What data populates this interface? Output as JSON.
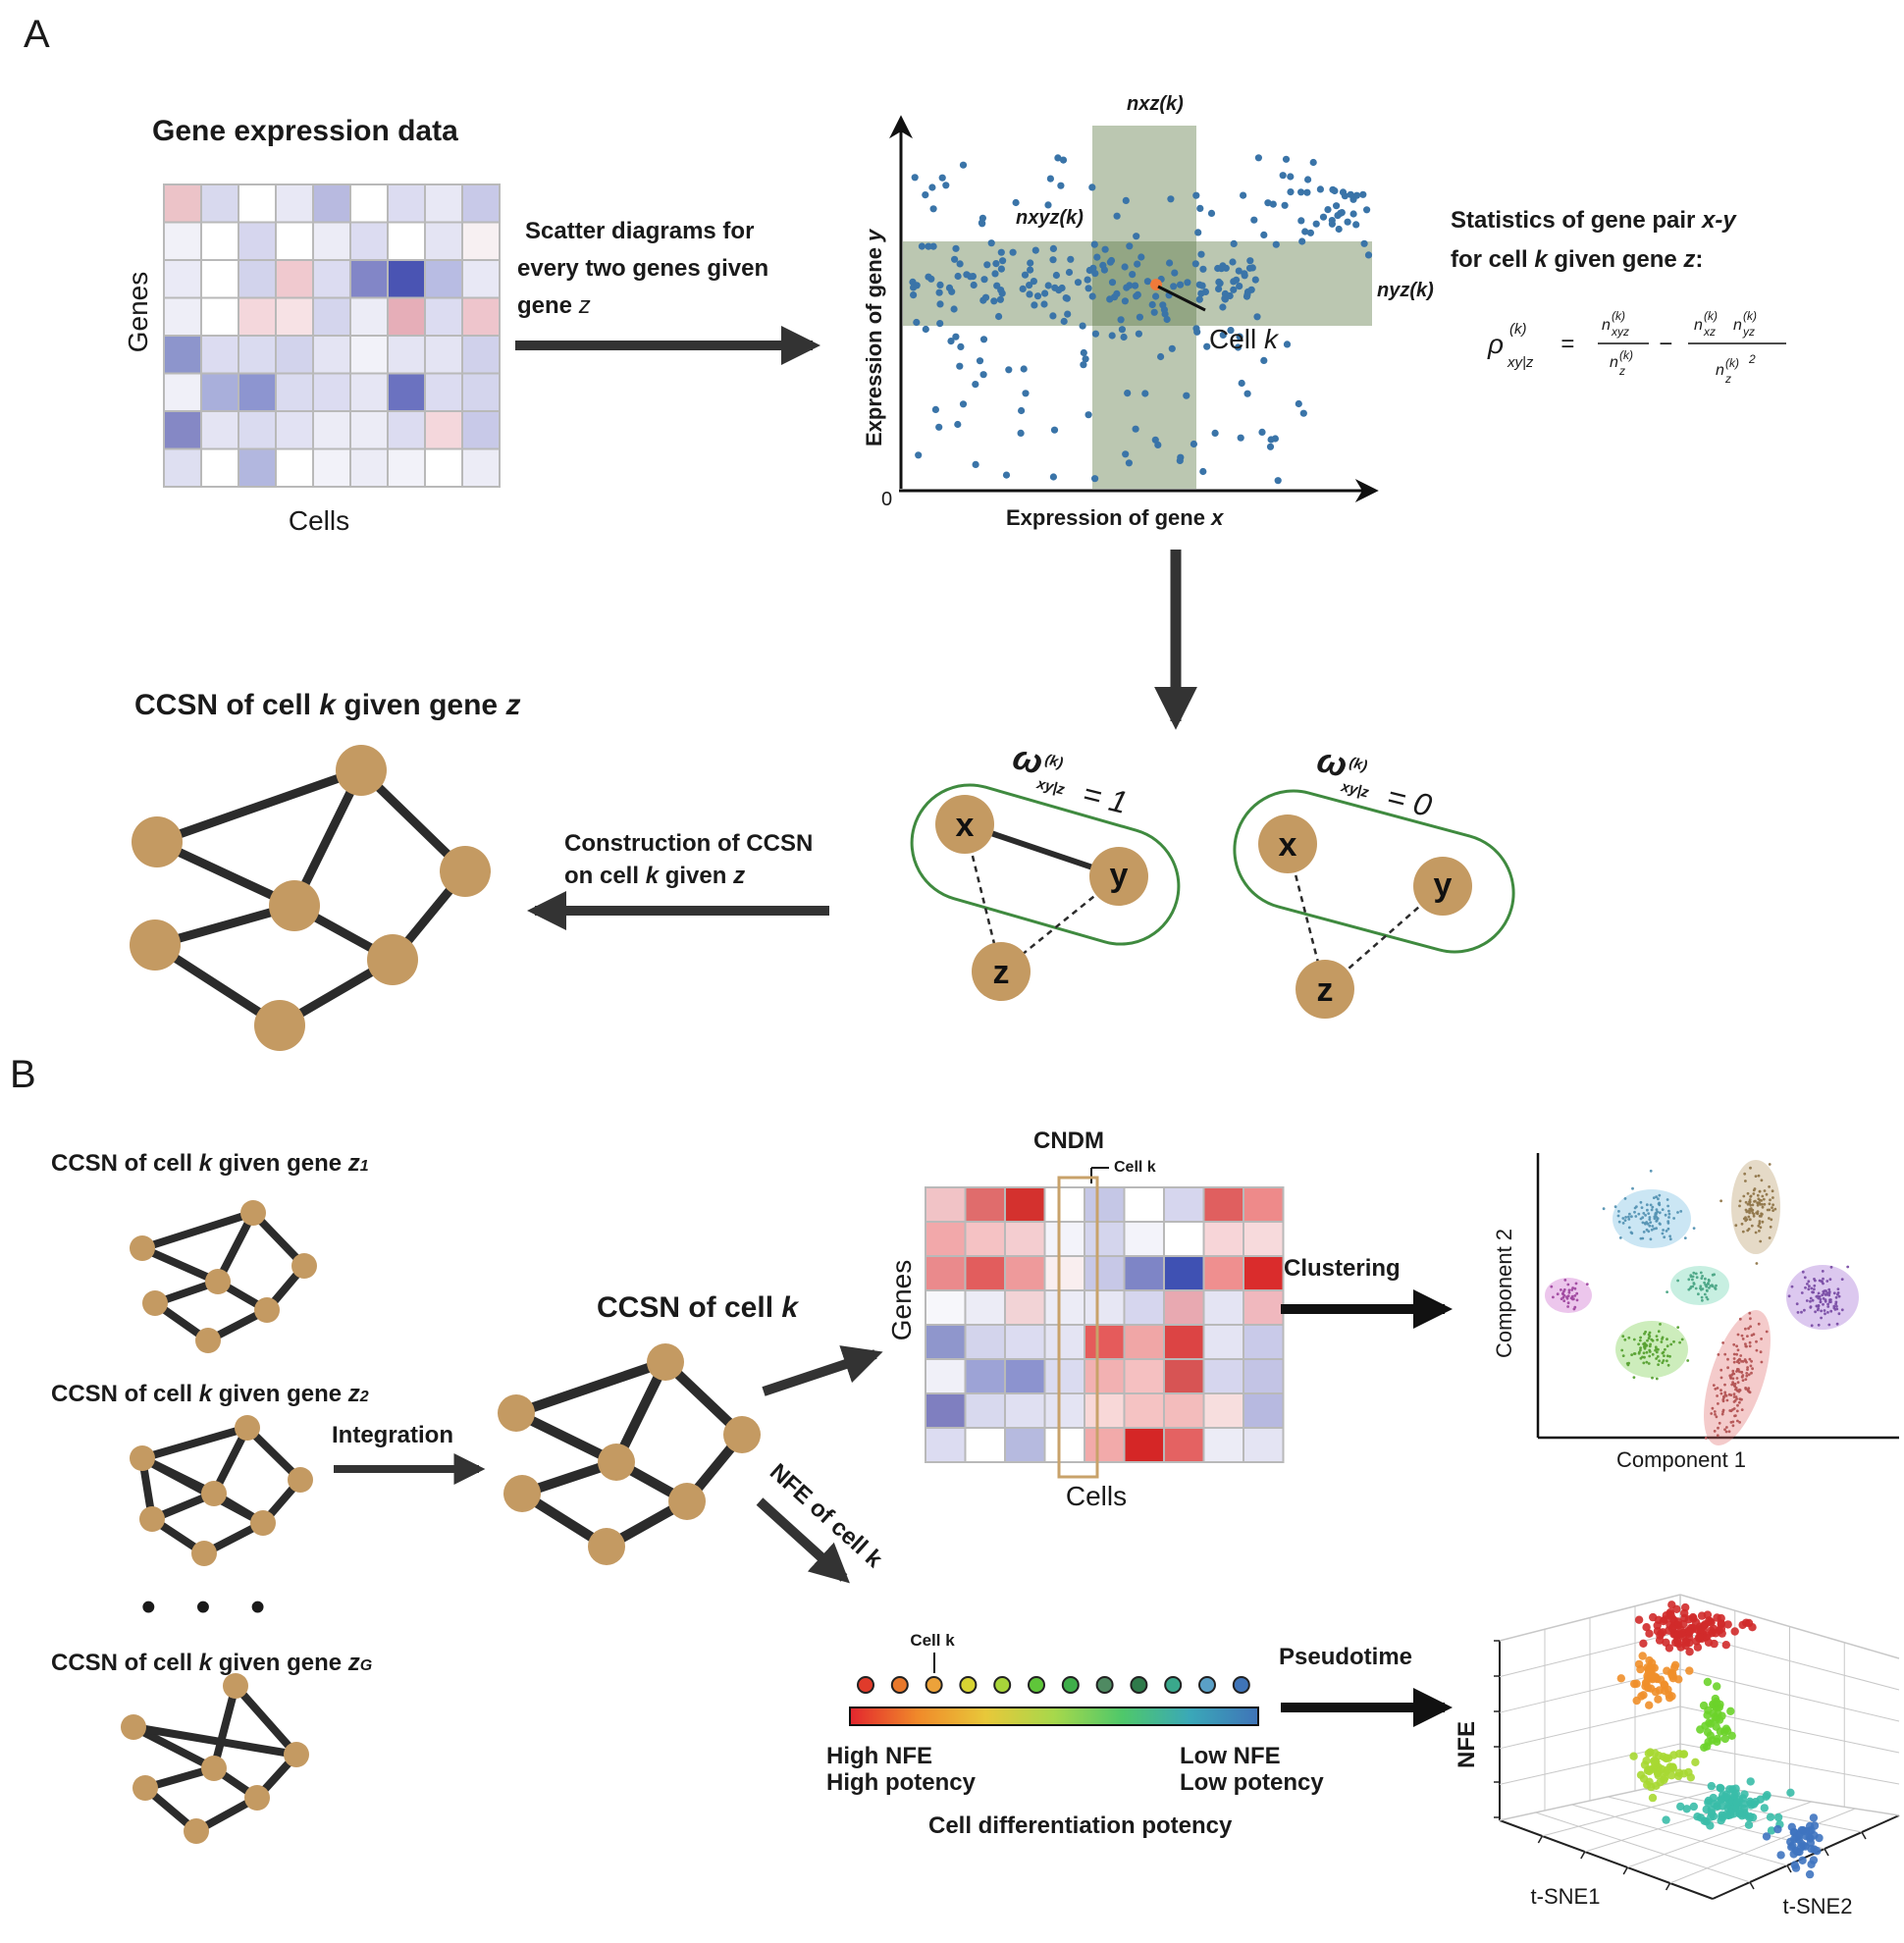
{
  "panels": {
    "a": "A",
    "b": "B"
  },
  "panel_a": {
    "gene_expression": {
      "title": "Gene expression data",
      "rows_label": "Genes",
      "cols_label": "Cells",
      "heatmap_colors": [
        [
          "#ecc3c8",
          "#d8d9ee",
          "#ffffff",
          "#e8e8f5",
          "#b8bae0",
          "#ffffff",
          "#dcdcf1",
          "#e8e8f5",
          "#c8c9e8"
        ],
        [
          "#f1f1f8",
          "#ffffff",
          "#d6d6ee",
          "#ffffff",
          "#ececf6",
          "#dcdcf1",
          "#ffffff",
          "#e4e4f3",
          "#f7f0f2"
        ],
        [
          "#eaeaf6",
          "#ffffff",
          "#d2d3ec",
          "#f0c9cf",
          "#dcdcf1",
          "#8286c7",
          "#4a54b3",
          "#b8bce3",
          "#e8e8f5"
        ],
        [
          "#eeeef7",
          "#ffffff",
          "#f4d7dc",
          "#f7e2e5",
          "#d4d5ed",
          "#ececf6",
          "#e6aeb8",
          "#dcdcf1",
          "#eec5cc"
        ],
        [
          "#8d95cc",
          "#dcdcf1",
          "#dadbf0",
          "#d2d3ec",
          "#e4e4f3",
          "#f2f2f9",
          "#e4e4f3",
          "#e4e4f3",
          "#d0d1eb"
        ],
        [
          "#f0f0f8",
          "#a9afdb",
          "#8d95d0",
          "#dadbf0",
          "#dcdcf1",
          "#e6e6f4",
          "#6b72c0",
          "#dcdcf1",
          "#d4d5ed"
        ],
        [
          "#8588c5",
          "#e4e4f3",
          "#dadbf0",
          "#e2e2f3",
          "#ececf6",
          "#ececf6",
          "#dcdcf1",
          "#f4d7dc",
          "#c8c9e8"
        ],
        [
          "#dedff1",
          "#ffffff",
          "#b2b7df",
          "#ffffff",
          "#f2f2f9",
          "#ececf6",
          "#f2f2f9",
          "#ffffff",
          "#ececf6"
        ]
      ]
    },
    "scatter_caption": [
      "Scatter diagrams for",
      "every two genes given",
      "gene "
    ],
    "scatter_caption_var": "z",
    "scatter": {
      "xlabel_pre": "Expression of gene ",
      "xlabel_var": "x",
      "ylabel_pre": "Expression of gene ",
      "ylabel_var": "y",
      "origin": "0",
      "n_xz": "nxz(k)",
      "n_xyz": "nxyz(k)",
      "n_yz": "nyz(k)",
      "cell_label_pre": "Cell ",
      "cell_label_var": "k",
      "point_color": "#3a74a8",
      "highlight_color": "#f07a3a",
      "band_color": "#5d7a45"
    },
    "statistics": {
      "line1_pre": "Statistics of  gene pair ",
      "line1_var": "x-y",
      "line2_pre": "for cell ",
      "line2_var": "k",
      "line2_mid": " given gene ",
      "line2_var2": "z",
      "line2_end": ":"
    },
    "ccsn_title_pre": "CCSN of cell ",
    "ccsn_title_var": "k",
    "ccsn_title_mid": " given gene ",
    "ccsn_title_var2": "z",
    "construction": {
      "line1": "Construction of CCSN",
      "line2_pre": "on cell ",
      "line2_var": "k",
      "line2_mid": " given ",
      "line2_var2": "z"
    },
    "omega_one": "= 1",
    "omega_zero": "= 0",
    "node_letters": {
      "x": "x",
      "y": "y",
      "z": "z"
    },
    "node_color": "#c49a62",
    "edge_color": "#2b2b2b",
    "oval_color": "#3f8a3f"
  },
  "panel_b": {
    "ccsn_given": [
      {
        "pre": "CCSN of cell ",
        "var": "k",
        "mid": " given gene ",
        "var2": "z",
        "sub": "1"
      },
      {
        "pre": "CCSN of cell ",
        "var": "k",
        "mid": " given gene ",
        "var2": "z",
        "sub": "2"
      },
      {
        "pre": "CCSN of cell ",
        "var": "k",
        "mid": " given gene ",
        "var2": "z",
        "sub": "G"
      }
    ],
    "integration": "Integration",
    "ccsn_cell_pre": "CCSN of cell ",
    "ccsn_cell_var": "k",
    "cndm": {
      "title": "CNDM",
      "cell_label": "Cell k",
      "rows_label": "Genes",
      "cols_label": "Cells",
      "heatmap_colors": [
        [
          "#f1c3c6",
          "#e06c6c",
          "#d4312e",
          "#ffffff",
          "#c5c7e6",
          "#ffffff",
          "#d6d6ee",
          "#e05f5f",
          "#ee8a8a"
        ],
        [
          "#f2a8aa",
          "#f5c2c4",
          "#f4cdd0",
          "#f3f3fa",
          "#d4d5ed",
          "#f3f3fa",
          "#ffffff",
          "#f7d5d8",
          "#f7dadc"
        ],
        [
          "#ea8a8c",
          "#e25d5d",
          "#ee9a9b",
          "#f9eeef",
          "#c7c8e7",
          "#7e85c6",
          "#3f51b3",
          "#ef8f8f",
          "#da2c2c"
        ],
        [
          "#f7f7fb",
          "#ececf6",
          "#f2d3d6",
          "#ececf6",
          "#e7e7f4",
          "#d6d6ee",
          "#e8a9b1",
          "#e4e4f3",
          "#f0b8be"
        ],
        [
          "#8f96cc",
          "#d3d4ec",
          "#dcdcf1",
          "#e4e4f3",
          "#e55b5b",
          "#f0a6a6",
          "#dc4444",
          "#e4e4f3",
          "#c9cae9"
        ],
        [
          "#f0f0f8",
          "#9da3d6",
          "#8c93cf",
          "#dadbf0",
          "#f2b1b2",
          "#f5c0c1",
          "#d75454",
          "#d6d6ee",
          "#c3c4e5"
        ],
        [
          "#7f7fc0",
          "#d8d9ee",
          "#e0e0f2",
          "#e4e4f3",
          "#f8d8d8",
          "#f5c3c3",
          "#f3bcbc",
          "#f7dede",
          "#b7b9e0"
        ],
        [
          "#dcdcf1",
          "#ffffff",
          "#b6badf",
          "#ffffff",
          "#f2aaaa",
          "#d52626",
          "#e46262",
          "#ececf6",
          "#e4e4f3"
        ]
      ],
      "highlight_color": "#c8a26a"
    },
    "clustering": "Clustering",
    "component1": "Component 1",
    "component2": "Component 2",
    "nfe_arrow": "NFE of cell k",
    "potency": {
      "cell_label": "Cell k",
      "high_nfe": "High NFE",
      "high_potency": "High potency",
      "low_nfe": "Low NFE",
      "low_potency": "Low potency",
      "title": "Cell differentiation potency",
      "dot_colors": [
        "#e03b2b",
        "#e8782b",
        "#eca23a",
        "#d8d433",
        "#a8d43a",
        "#5fc63a",
        "#3fae4a",
        "#4f8a62",
        "#2f7a4a",
        "#3aa88c",
        "#5aa0c6",
        "#3f74b8"
      ],
      "gradient": [
        "#e3262e",
        "#f08a2a",
        "#e8c83a",
        "#a7d84b",
        "#4fc86a",
        "#3aa8b8",
        "#3f74b8"
      ]
    },
    "pseudotime": "Pseudotime",
    "nfe_axis": "NFE",
    "tsne1": "t-SNE1",
    "tsne2": "t-SNE2",
    "cluster_colors": {
      "blue": "#6bb8e0",
      "tan": "#b5955e",
      "magenta": "#c85bc8",
      "mint": "#5fd0a8",
      "purple": "#9a62d0",
      "green": "#6fca3f",
      "red": "#e06a6a"
    },
    "pseudo_colors": {
      "red": "#d02a2a",
      "orange": "#ef8f2a",
      "green": "#6bd32a",
      "lime": "#a7d832",
      "teal": "#3abda8",
      "blue": "#3f74c0"
    },
    "dots": "• • •"
  }
}
